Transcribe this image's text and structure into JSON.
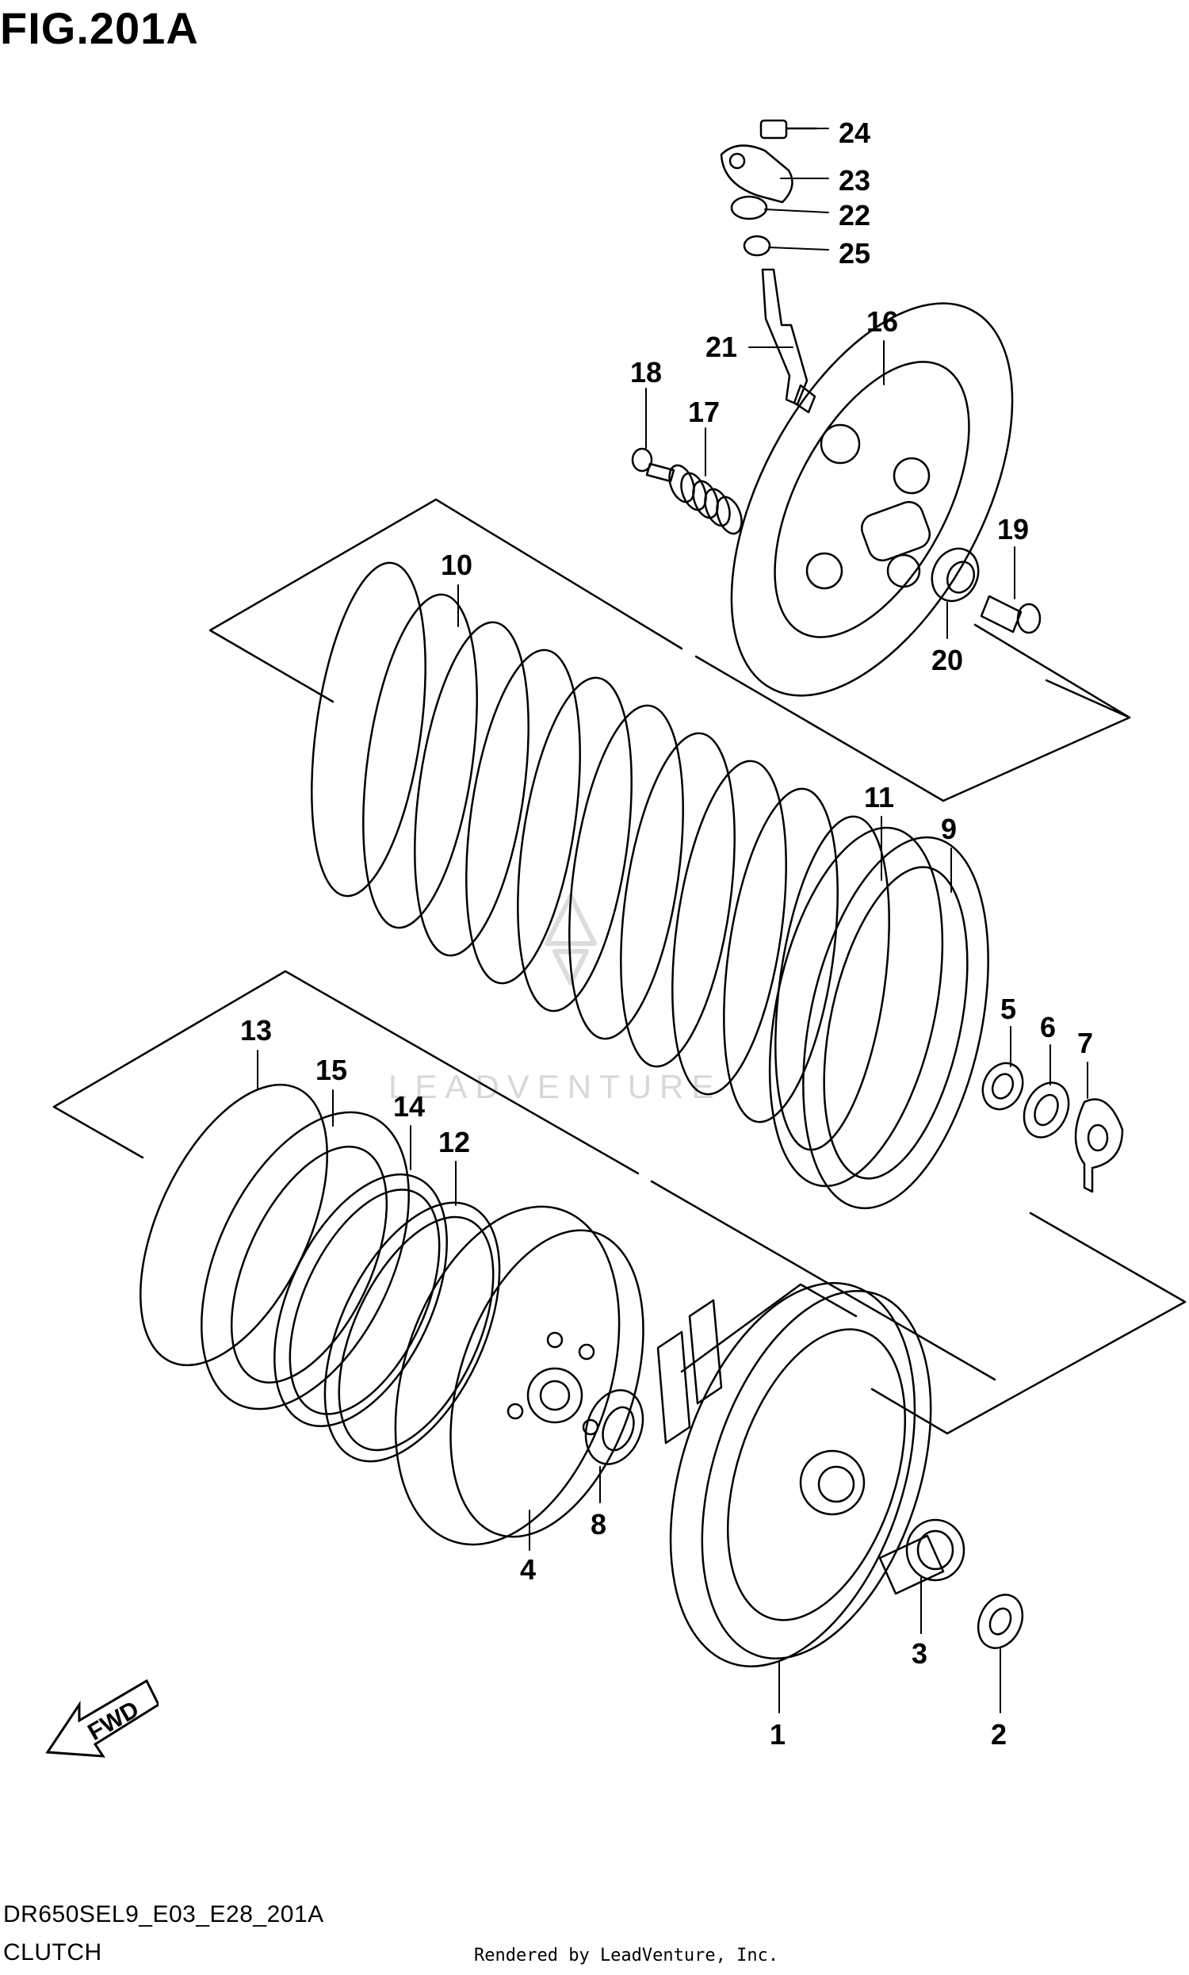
{
  "figure_title": "FIG.201A",
  "model_code": "DR650SEL9_E03_E28_201A",
  "section_name": "CLUTCH",
  "rendered_by": "Rendered by LeadVenture, Inc.",
  "watermark": "LEADVENTURE",
  "fwd_label": "FWD",
  "callouts": [
    "24",
    "23",
    "22",
    "25",
    "21",
    "16",
    "18",
    "17",
    "19",
    "20",
    "10",
    "11",
    "9",
    "5",
    "6",
    "7",
    "13",
    "15",
    "14",
    "12",
    "4",
    "8",
    "3",
    "1",
    "2"
  ]
}
